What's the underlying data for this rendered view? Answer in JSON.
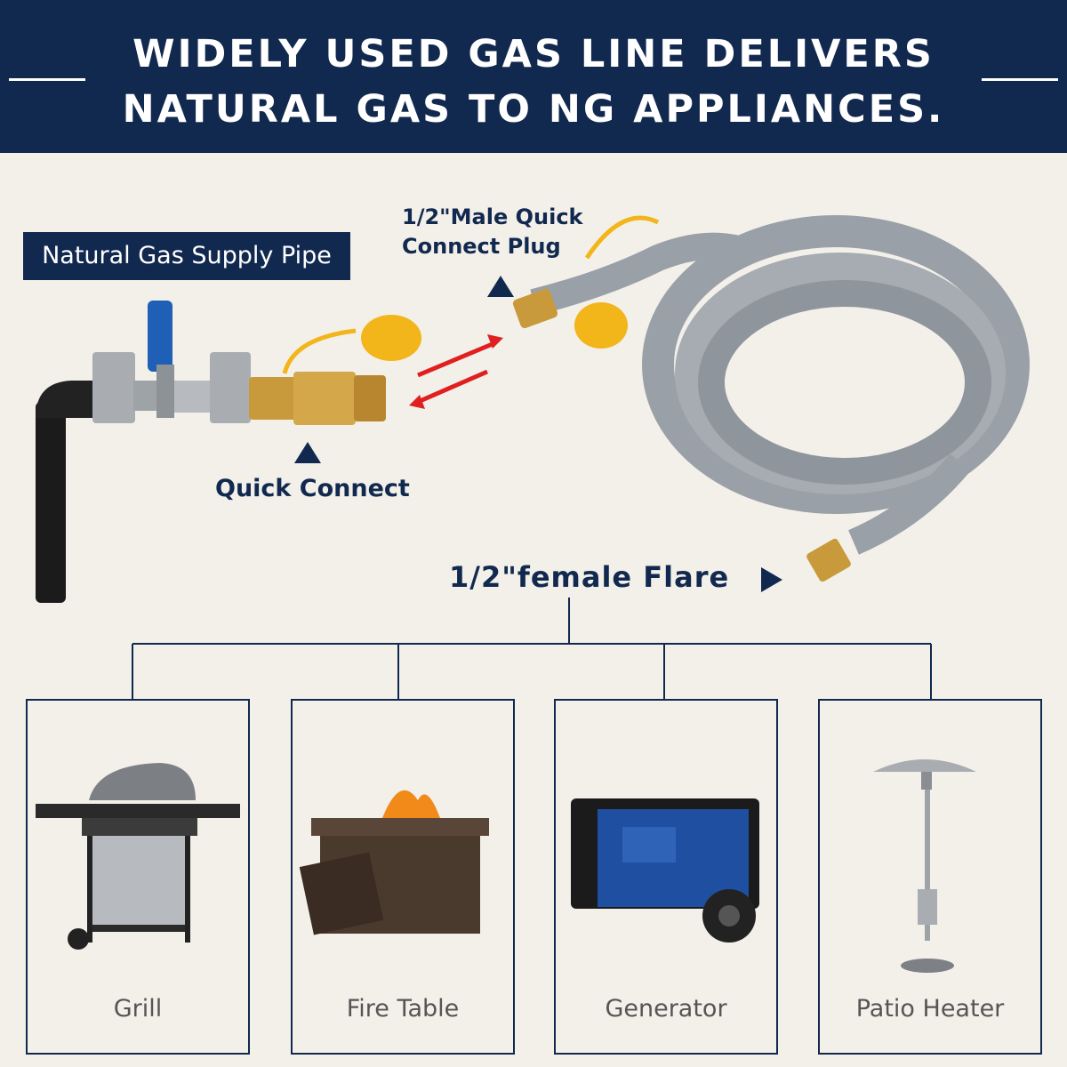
{
  "banner": {
    "title_line1": "WIDELY USED GAS LINE DELIVERS",
    "title_line2": "NATURAL GAS TO NG APPLIANCES."
  },
  "supply_label": "Natural Gas Supply Pipe",
  "callouts": {
    "male_plug_line1": "1/2\"Male Quick",
    "male_plug_line2": "Connect Plug",
    "quick_connect": "Quick Connect",
    "female_flare": "1/2\"female Flare"
  },
  "appliances": [
    {
      "label": "Grill",
      "icon": "grill-icon"
    },
    {
      "label": "Fire Table",
      "icon": "fire-table-icon"
    },
    {
      "label": "Generator",
      "icon": "generator-icon"
    },
    {
      "label": "Patio Heater",
      "icon": "patio-heater-icon"
    }
  ],
  "colors": {
    "navy": "#12294f",
    "hose_gray": "#9aa0a7",
    "brass": "#c99a3b",
    "cap_yellow": "#f2b51a",
    "arrow_red": "#e02020"
  }
}
